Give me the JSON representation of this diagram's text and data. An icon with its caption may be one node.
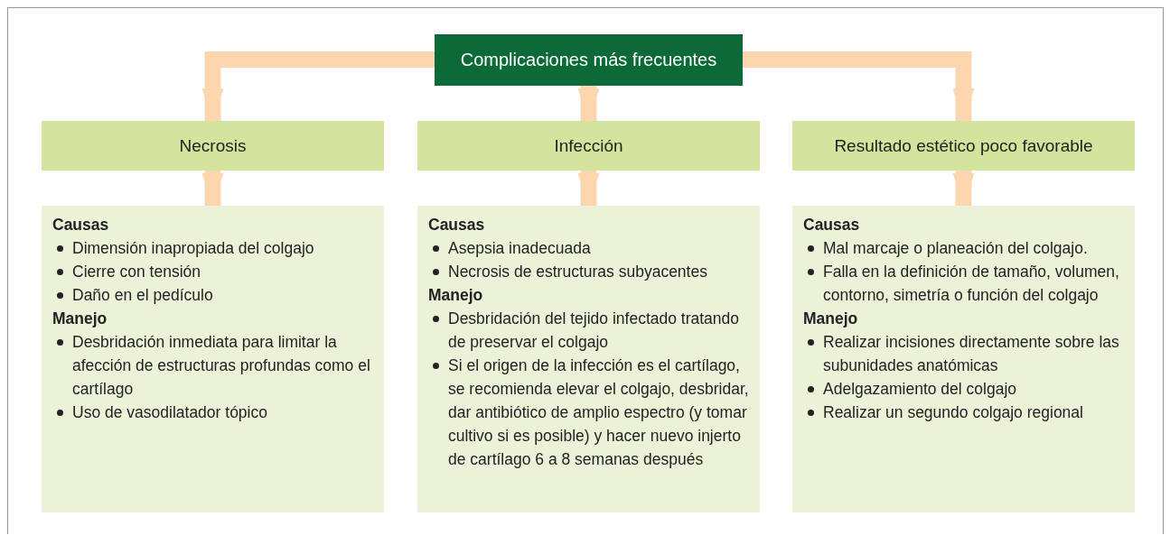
{
  "diagram": {
    "nodes": [
      {
        "text": [
          "Complicaciones más frecuentes"
        ]
      },
      {
        "text": [
          "Necrosis"
        ]
      },
      {
        "text": [
          "Infección"
        ]
      },
      {
        "text": [
          "Resultado estético poco favorable"
        ]
      },
      {
        "text": [
          "Causas",
          "Dimensión inapropiada del colgajo",
          "Cierre con tensión",
          "Daño en el pedículo",
          "Manejo",
          "Desbridación inmediata para limitar la afección de estructuras profundas como el cartílago",
          "Uso de vasodilatador tópico"
        ]
      },
      {
        "text": [
          "Causas",
          "Asepsia inadecuada",
          "Necrosis de estructuras subyacentes",
          "Manejo",
          "Desbridación del tejido infectado tratando de preservar el colgajo",
          "Si el origen de la infección es el cartílago, se recomienda elevar el colgajo, desbridar, dar antibiótico de amplio espectro (y tomar cultivo si es posible) y hacer nuevo injerto de cartílago 6 a 8 semanas después"
        ]
      },
      {
        "text": [
          "Causas",
          "Mal marcaje o planeación del colgajo.",
          "Falla en la definición de tamaño, volumen, contorno, simetría o función del colgajo",
          "Manejo",
          "Realizar incisiones directamente sobre las subunidades anatómicas",
          "Adelgazamiento del colgajo",
          "Realizar un segundo colgajo regional"
        ]
      }
    ],
    "edges": [
      {
        "from": 0,
        "to": 1,
        "arrow": "to"
      },
      {
        "from": 0,
        "to": 2,
        "arrow": "to"
      },
      {
        "from": 0,
        "to": 3,
        "arrow": "to"
      },
      {
        "from": 1,
        "to": 4,
        "arrow": "to"
      },
      {
        "from": 2,
        "to": 5,
        "arrow": "to"
      },
      {
        "from": 3,
        "to": 6,
        "arrow": "to"
      }
    ]
  }
}
